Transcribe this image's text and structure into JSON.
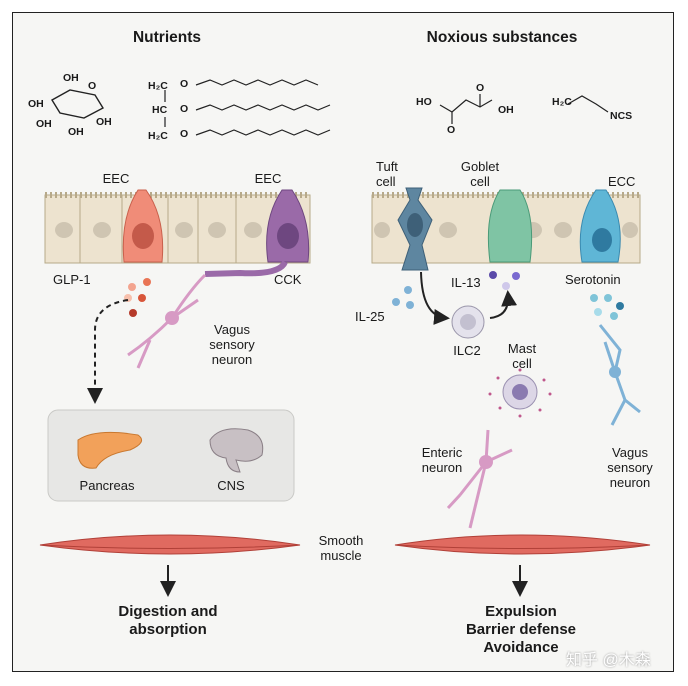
{
  "titles": {
    "left": "Nutrients",
    "right": "Noxious substances"
  },
  "chem": {
    "oh": "OH",
    "ho": "HO",
    "o": "O",
    "ch2": "H₂C",
    "hc": "HC",
    "ncs": "NCS"
  },
  "cells": {
    "eec1": "EEC",
    "eec2": "EEC",
    "tuft": "Tuft\ncell",
    "goblet": "Goblet\ncell",
    "ecc": "ECC"
  },
  "labels": {
    "glp1": "GLP-1",
    "cck": "CCK",
    "vagus_left": "Vagus\nsensory\nneuron",
    "il25": "IL-25",
    "il13": "IL-13",
    "ilc2": "ILC2",
    "mast": "Mast\ncell",
    "serotonin": "Serotonin",
    "enteric": "Enteric\nneuron",
    "vagus_right": "Vagus\nsensory\nneuron",
    "pancreas": "Pancreas",
    "cns": "CNS",
    "smooth_muscle": "Smooth\nmuscle"
  },
  "outcomes": {
    "left": "Digestion and\nabsorption",
    "right": "Expulsion\nBarrier defense\nAvoidance"
  },
  "watermark": "知乎 @木森",
  "colors": {
    "epithelium": "#ede3cf",
    "eec_gut": "#f08c78",
    "cck_cell": "#9a6aa8",
    "tuft": "#5e86a0",
    "goblet": "#7fc4a4",
    "ecc": "#5fb6d6",
    "neuron": "#d79ac4",
    "muscle": "#e06a60",
    "vagus_right": "#7fb2d6"
  }
}
